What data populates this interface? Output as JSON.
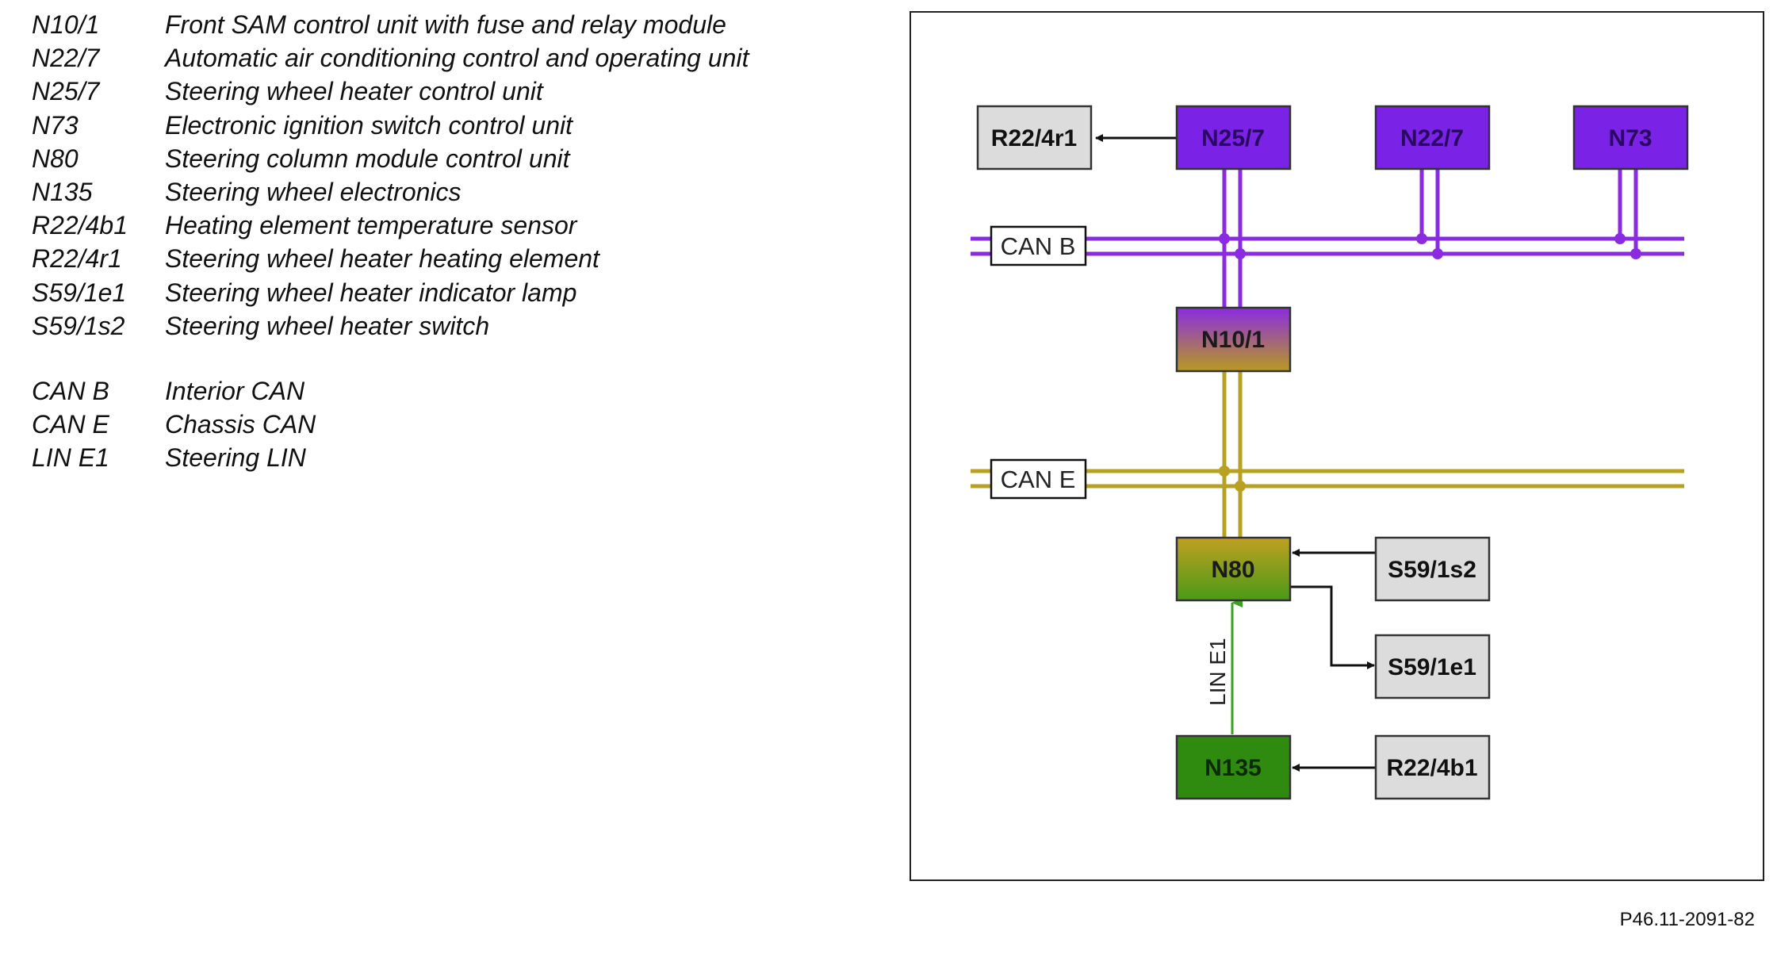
{
  "legend": {
    "components": [
      {
        "code": "N10/1",
        "desc": "Front SAM control unit with fuse and relay module"
      },
      {
        "code": "N22/7",
        "desc": "Automatic air conditioning control and operating unit"
      },
      {
        "code": "N25/7",
        "desc": "Steering wheel heater control unit"
      },
      {
        "code": "N73",
        "desc": "Electronic ignition switch control unit"
      },
      {
        "code": "N80",
        "desc": "Steering column module control unit"
      },
      {
        "code": "N135",
        "desc": "Steering wheel electronics"
      },
      {
        "code": "R22/4b1",
        "desc": "Heating element temperature sensor"
      },
      {
        "code": "R22/4r1",
        "desc": "Steering wheel heater heating element"
      },
      {
        "code": "S59/1e1",
        "desc": "Steering wheel heater indicator lamp"
      },
      {
        "code": "S59/1s2",
        "desc": "Steering wheel heater switch"
      }
    ],
    "buses": [
      {
        "code": "CAN B",
        "desc": "Interior CAN"
      },
      {
        "code": "CAN E",
        "desc": "Chassis CAN"
      },
      {
        "code": "LIN E1",
        "desc": "Steering LIN"
      }
    ]
  },
  "diagram": {
    "boxes": {
      "r224r1": "R22/4r1",
      "n257": "N25/7",
      "n227": "N22/7",
      "n73": "N73",
      "n101": "N10/1",
      "n80": "N80",
      "s591s2": "S59/1s2",
      "s591e1": "S59/1e1",
      "n135": "N135",
      "r224b1": "R22/4b1"
    },
    "buses": {
      "can_b": "CAN B",
      "can_e": "CAN E",
      "lin_e1": "LIN E1"
    },
    "colors": {
      "can_b": "#8a2be2",
      "can_e": "#b8a020",
      "lin": "#3aa020",
      "purple_box": "#7a22e6",
      "green_box": "#2e8b10",
      "grey_box": "#dcdcdc"
    }
  },
  "figure_code": "P46.11-2091-82"
}
